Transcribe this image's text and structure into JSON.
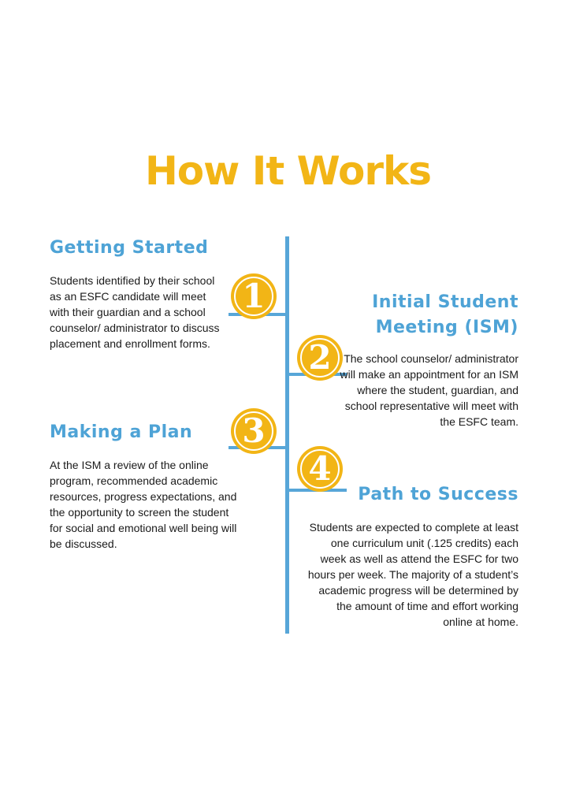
{
  "title": "How It Works",
  "accent_color": "#f2b516",
  "heading_color": "#4ea3d6",
  "timeline_color": "#57a6d8",
  "steps": [
    {
      "number": "1",
      "heading": "Getting Started",
      "body": "Students identified by their school as an ESFC candidate will meet with their guardian and a school counselor/ administrator to discuss placement and enrollment forms."
    },
    {
      "number": "2",
      "heading": "Initial Student Meeting (ISM)",
      "body": "The school counselor/ administrator will make an appointment for an ISM where the student, guardian, and school representative will meet with the ESFC team."
    },
    {
      "number": "3",
      "heading": "Making a Plan",
      "body": "At the ISM a review of the online program, recommended academic resources, progress expectations, and the opportunity to screen the student for social and emotional well being will be discussed."
    },
    {
      "number": "4",
      "heading": "Path to Success",
      "body": "Students are expected to complete at least one curriculum unit (.125 credits) each week as well as attend the ESFC for two hours per week. The majority of a student’s academic progress will be determined by the amount of time and effort working online at home."
    }
  ]
}
